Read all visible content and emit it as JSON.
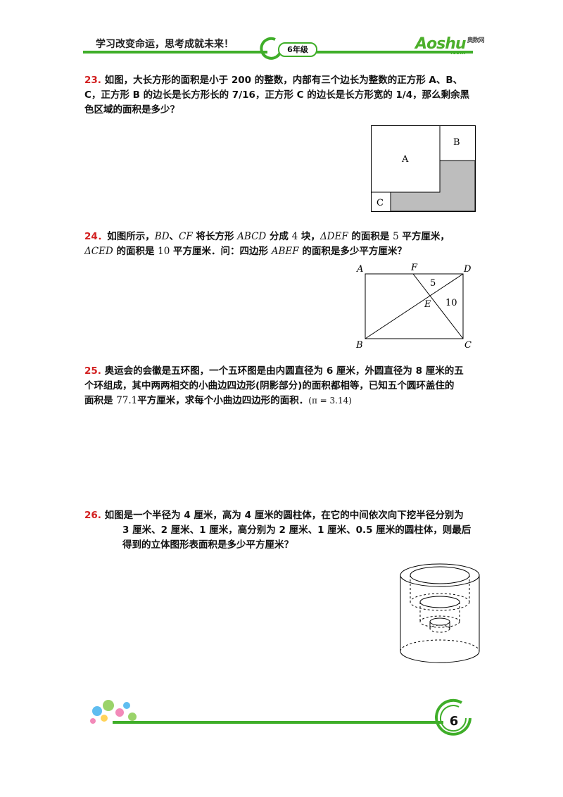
{
  "header": {
    "slogan": "学习改变命运，思考成就未来！",
    "grade": "6年级",
    "logo_text": "Aoshu",
    "logo_cn": "奥数网",
    "logo_sub": ".com"
  },
  "questions": [
    {
      "number": "23.",
      "line1": "如图，大长方形的面积是小于 200 的整数，内部有三个边长为整数的正方形 A、B、",
      "line2": "C，正方形 B 的边长是长方形长的 7/16，正方形 C 的边长是长方形宽的 1/4，那么剩余黑",
      "line3": "色区域的面积是多少？",
      "figure_labels": {
        "a": "A",
        "b": "B",
        "c": "C"
      }
    },
    {
      "number": "24．",
      "line1_pre": "如图所示，",
      "bd": "BD",
      "sep": "、",
      "cf": "CF",
      "line1_mid": " 将长方形 ",
      "abcd": "ABCD",
      "line1_mid2": " 分成 ",
      "four": "4",
      "line1_mid3": " 块，",
      "def": "ΔDEF",
      "line1_mid4": " 的面积是 ",
      "five": "5",
      "line1_end": " 平方厘米，",
      "ced": "ΔCED",
      "line2_mid": " 的面积是 ",
      "ten": "10",
      "line2_mid2": " 平方厘米．问：四边形 ",
      "abef": "ABEF",
      "line2_end": " 的面积是多少平方厘米？",
      "figure_labels": {
        "a": "A",
        "b": "B",
        "c": "C",
        "d": "D",
        "e": "E",
        "f": "F",
        "n5": "5",
        "n10": "10"
      }
    },
    {
      "number": "25.",
      "line1": "奥运会的会徽是五环图，一个五环图是由内圆直径为 6 厘米，外圆直径为 8 厘米的五",
      "line2": "个环组成，其中两两相交的小曲边四边形(阴影部分)的面积都相等，已知五个圆环盖住的",
      "line3_pre": "面积是 ",
      "area": "77.1",
      "line3_mid": "平方厘米，求每个小曲边四边形的面积．",
      "pi": "(π = 3.14)"
    },
    {
      "number": "26.",
      "line1": "如图是一个半径为 4 厘米，高为 4 厘米的圆柱体，在它的中间依次向下挖半径分别为",
      "line2": "3 厘米、2 厘米、1 厘米，高分别为 2 厘米、1 厘米、0.5 厘米的圆柱体，则最后",
      "line3": "得到的立体图形表面积是多少平方厘米？"
    }
  ],
  "footer": {
    "page": "6"
  }
}
